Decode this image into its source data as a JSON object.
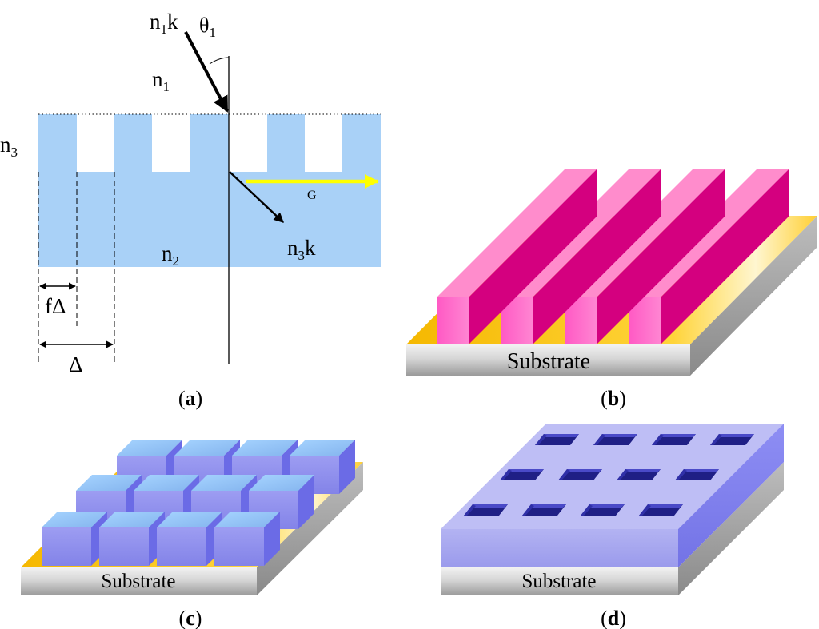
{
  "panel_a": {
    "label_open": "(",
    "label_letter": "a",
    "label_close": ")",
    "n1k": "n",
    "n1k_sub": "1",
    "n1k_k": "k",
    "theta": "θ",
    "theta_sub": "1",
    "n1": "n",
    "n1_sub": "1",
    "n3": "n",
    "n3_sub": "3",
    "n2": "n",
    "n2_sub": "2",
    "n3k": "n",
    "n3k_sub": "3",
    "n3k_k": "k",
    "G": "G",
    "fdelta": "fΔ",
    "delta": "Δ"
  },
  "panel_b": {
    "label_open": "(",
    "label_letter": "b",
    "label_close": ")",
    "substrate": "Substrate"
  },
  "panel_c": {
    "label_open": "(",
    "label_letter": "c",
    "label_close": ")",
    "substrate": "Substrate"
  },
  "panel_d": {
    "label_open": "(",
    "label_letter": "d",
    "label_close": ")",
    "substrate": "Substrate"
  },
  "colors": {
    "grating_fill": "#a9d1f7",
    "g_vector": "#ffff00",
    "ridge_front": "#ff66cc",
    "ridge_top": "#ff8ccc",
    "ridge_side": "#d4007f",
    "substrate_top": "#f5c400",
    "substrate_front": "#d9d9d9",
    "block_top": "#9ac7f4",
    "block_front": "#9494ee",
    "block_side": "#6b6be6",
    "slab_top": "#bebef5",
    "hole": "#1f1f85"
  }
}
